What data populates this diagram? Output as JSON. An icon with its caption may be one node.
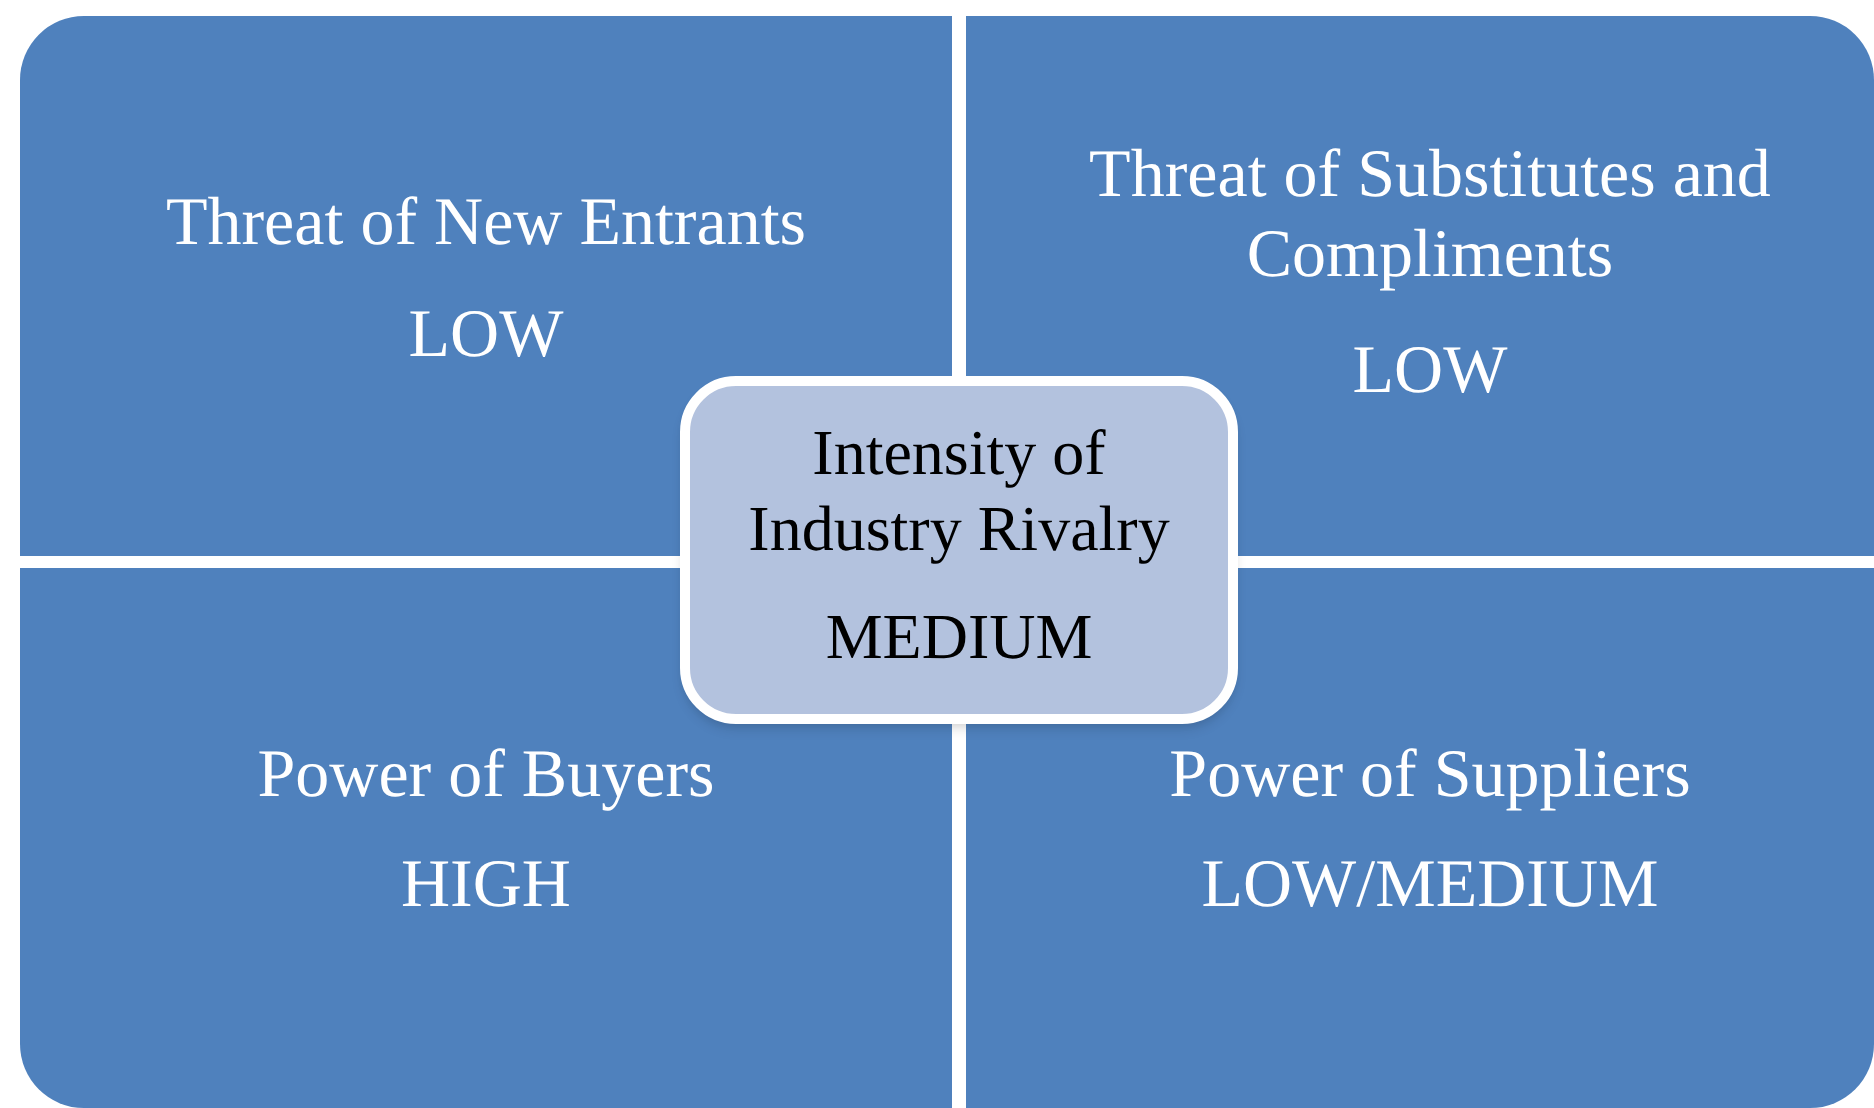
{
  "diagram": {
    "nodes": [
      {
        "text": [
          "Threat of New Entrants",
          "LOW"
        ]
      },
      {
        "text": [
          "Threat of Substitutes and Compliments",
          "LOW"
        ]
      },
      {
        "text": [
          "Intensity of Industry Rivalry",
          "MEDIUM"
        ]
      },
      {
        "text": [
          "Power of Buyers",
          "HIGH"
        ]
      },
      {
        "text": [
          "Power of Suppliers",
          "LOW/MEDIUM"
        ]
      }
    ]
  }
}
